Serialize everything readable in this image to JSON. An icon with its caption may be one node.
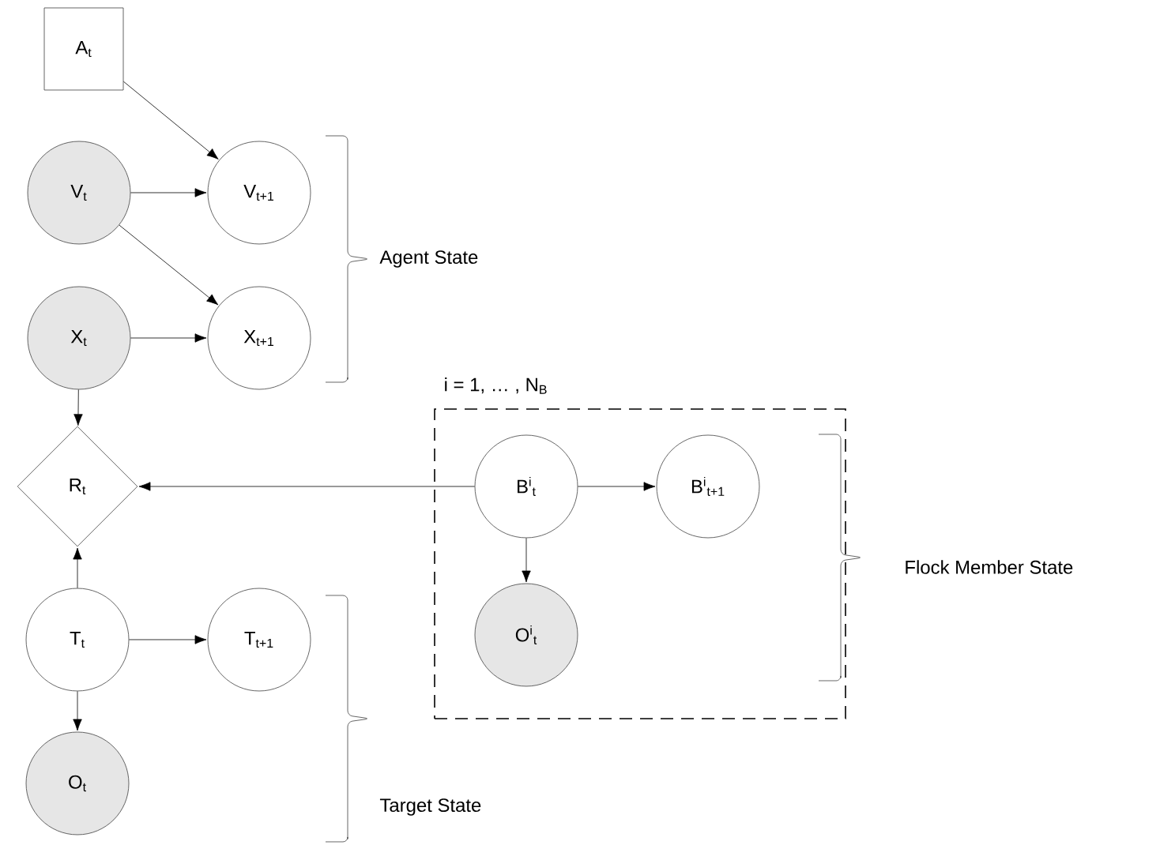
{
  "diagram": {
    "nodes": [
      {
        "text": [
          "A$_{t}$"
        ]
      },
      {
        "text": [
          "V$_{t}$"
        ]
      },
      {
        "text": [
          "V$_{t+1}$"
        ]
      },
      {
        "text": [
          "X$_{t}$"
        ]
      },
      {
        "text": [
          "X$_{t+1}$"
        ]
      },
      {
        "text": [
          "i = 1, … , N$_{B}$"
        ]
      },
      {
        "text": [
          "R$_{t}$"
        ]
      },
      {
        "text": [
          "B$^{i}$$_{t}$"
        ],
        "in": 5
      },
      {
        "text": [
          "B$^{i}$$_{t+1}$"
        ],
        "in": 5
      },
      {
        "text": [
          "T$_{t}$"
        ]
      },
      {
        "text": [
          "T$_{t+1}$"
        ]
      },
      {
        "text": [
          "O$^{i}$$_{t}$"
        ],
        "in": 5
      },
      {
        "text": [
          "O$_{t}$"
        ]
      }
    ],
    "edges": [
      {
        "from": 0,
        "to": 2,
        "arrow": "to"
      },
      {
        "from": 1,
        "to": 2,
        "arrow": "to"
      },
      {
        "from": 1,
        "to": 4,
        "arrow": "to"
      },
      {
        "from": 3,
        "to": 4,
        "arrow": "to"
      },
      {
        "from": 3,
        "to": 6,
        "arrow": "to"
      },
      {
        "from": 7,
        "to": 6,
        "arrow": "to"
      },
      {
        "from": 7,
        "to": 8,
        "arrow": "to"
      },
      {
        "from": 7,
        "to": 11,
        "arrow": "to"
      },
      {
        "from": 9,
        "to": 6,
        "arrow": "to"
      },
      {
        "from": 9,
        "to": 10,
        "arrow": "to"
      },
      {
        "from": 9,
        "to": 12,
        "arrow": "to"
      }
    ],
    "labels": [
      "Agent State",
      "Flock Member State",
      "Target State"
    ]
  }
}
